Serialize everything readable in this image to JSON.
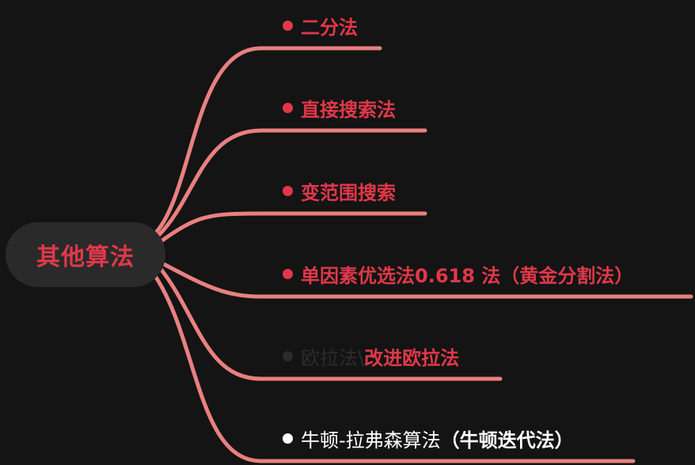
{
  "root": {
    "label": "其他算法"
  },
  "colors": {
    "background": "#141414",
    "root_fill": "#2a2a2a",
    "accent_red": "#e0384a",
    "connector": "#e98080",
    "dim_text": "#2c2c2c",
    "white_text": "#ffffff"
  },
  "branches": [
    {
      "label": "二分法"
    },
    {
      "label": "直接搜索法"
    },
    {
      "label": "变范围搜索"
    },
    {
      "label": "单因素优选法0.618 法（黄金分割法）"
    },
    {
      "prefix": "欧拉法\\",
      "label": "改进欧拉法"
    },
    {
      "prefix": "牛顿-拉弗森算法",
      "label": "（牛顿迭代法）"
    }
  ]
}
